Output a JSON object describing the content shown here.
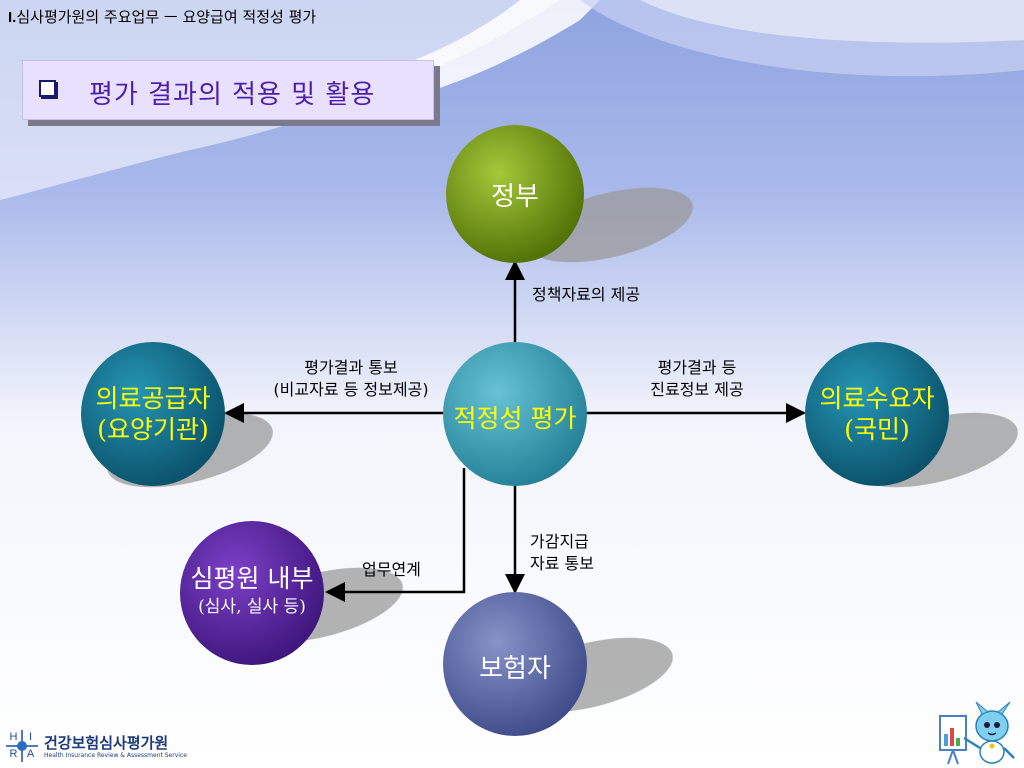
{
  "header": {
    "roman": "I.",
    "text": "심사평가원의 주요업무  ㅡ 요양급여 적정성 평가"
  },
  "title": "평가 결과의 적용 및 활용",
  "nodes": {
    "center": "적정성 평가",
    "government": "정부",
    "provider_line1": "의료공급자",
    "provider_line2": "(요양기관)",
    "consumer_line1": "의료수요자",
    "consumer_line2": "(국민)",
    "internal_line1": "심평원 내부",
    "internal_line2": "(심사, 실사 등)",
    "insurer": "보험자"
  },
  "edges": {
    "to_government": "정책자료의 제공",
    "to_provider_line1": "평가결과 통보",
    "to_provider_line2": "(비교자료 등 정보제공)",
    "to_consumer_line1": "평가결과 등",
    "to_consumer_line2": "진료정보 제공",
    "to_insurer_line1": "가감지급",
    "to_insurer_line2": "자료 통보",
    "to_internal": "업무연계"
  },
  "logo": {
    "letters": [
      "H",
      "I",
      "R",
      "A"
    ],
    "name": "건강보험심사평가원",
    "subtitle": "Health Insurance Review & Assessment Service"
  },
  "colors": {
    "government": "#7fa014",
    "provider": "#136e8c",
    "consumer": "#136e8c",
    "center": "#3ca0b6",
    "internal": "#5a2aa0",
    "insurer": "#5c6aa8",
    "title_text": "#4b1fa8",
    "node_text_yellow": "#ffff00"
  }
}
